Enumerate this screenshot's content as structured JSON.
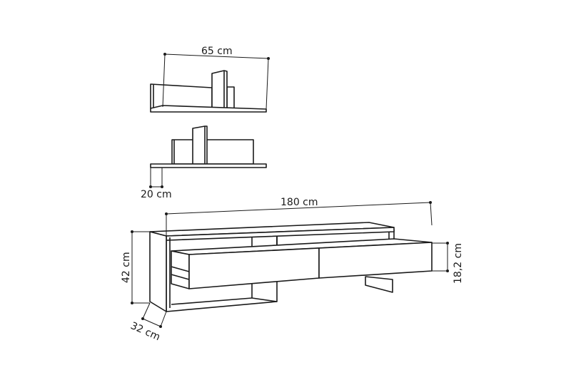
{
  "dimensions": {
    "shelf_width": "65 cm",
    "shelf_depth": "20 cm",
    "unit_width": "180 cm",
    "unit_height": "42 cm",
    "unit_depth": "32 cm",
    "drawer_height": "18,2 cm"
  }
}
